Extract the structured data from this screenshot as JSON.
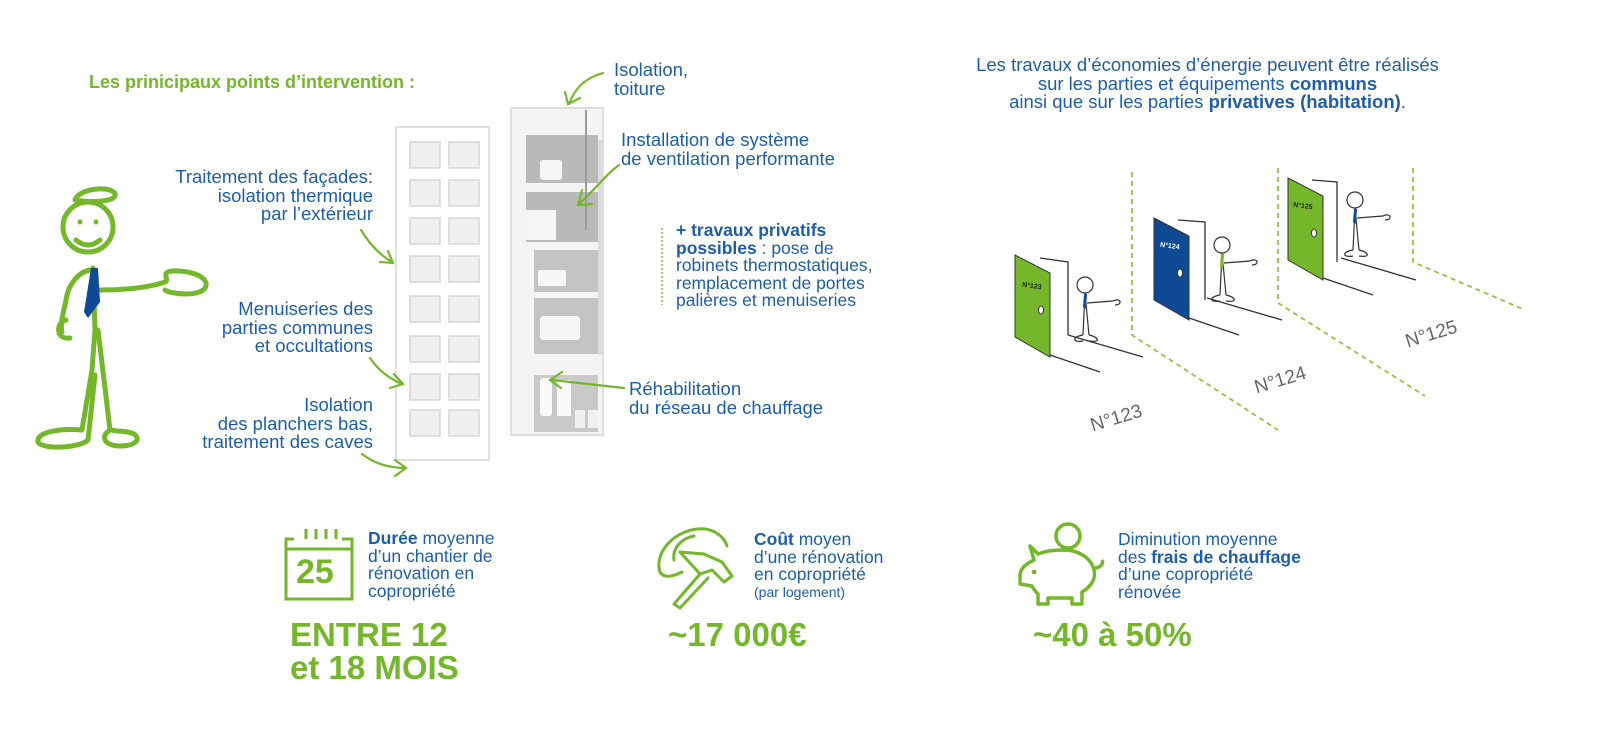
{
  "colors": {
    "green": "#74b72a",
    "blue": "#1d5ea8",
    "grey": "#d8d8d8",
    "navy_door": "#0e4b94"
  },
  "left": {
    "heading": "Les prinicipaux points d’intervention :",
    "labels": {
      "facades": [
        "Traitement des façades:",
        "isolation thermique",
        "par l’extérieur"
      ],
      "menuiseries": [
        "Menuiseries des",
        "parties communes",
        "et occultations"
      ],
      "planchers": [
        "Isolation",
        "des planchers bas,",
        "traitement des caves"
      ],
      "toiture": [
        "Isolation,",
        "toiture"
      ],
      "ventilation": [
        "Installation de système",
        "de ventilation performante"
      ],
      "chauffage": [
        "Réhabilitation",
        "du réseau de chauffage"
      ]
    },
    "privatifs": {
      "bold_1": "+ travaux privatifs",
      "bold_2": "possibles",
      "rest_2": " : pose de",
      "line_3": "robinets thermostatiques,",
      "line_4": "remplacement de portes",
      "line_5": "palières et menuiseries"
    }
  },
  "right": {
    "intro": {
      "line_1": "Les travaux d’économies d’énergie peuvent être réalisés",
      "line_2_pre": "sur les parties et équipements ",
      "line_2_bold": "communs",
      "line_3_pre": "ainsi que sur les parties ",
      "line_3_bold": "privatives (habitation)",
      "line_3_post": "."
    },
    "doors": [
      {
        "number": "N°123",
        "door_label": "N°123",
        "color": "green"
      },
      {
        "number": "N°124",
        "door_label": "N°124",
        "color": "blue"
      },
      {
        "number": "N°125",
        "door_label": "N°125",
        "color": "green"
      }
    ]
  },
  "stats": [
    {
      "icon": "calendar-icon",
      "icon_text": "25",
      "bold": "Durée",
      "text_1": " moyenne",
      "line_2": "d’un chantier de",
      "line_3": "rénovation en",
      "line_4": "copropriété",
      "value_1": "ENTRE 12",
      "value_2": "et 18 MOIS"
    },
    {
      "icon": "hardhat-hammer-icon",
      "bold": "Coût",
      "text_1": " moyen",
      "line_2": "d’une rénovation",
      "line_3": "en copropriété",
      "line_4": "(par logement)",
      "value_1": "~17 000€"
    },
    {
      "icon": "piggy-bank-icon",
      "line_1": "Diminution moyenne",
      "pre_2": "des ",
      "bold": "frais de chauffage",
      "line_3": "d’une copropriété",
      "line_4": "rénovée",
      "value_1": "~40 à 50%"
    }
  ]
}
